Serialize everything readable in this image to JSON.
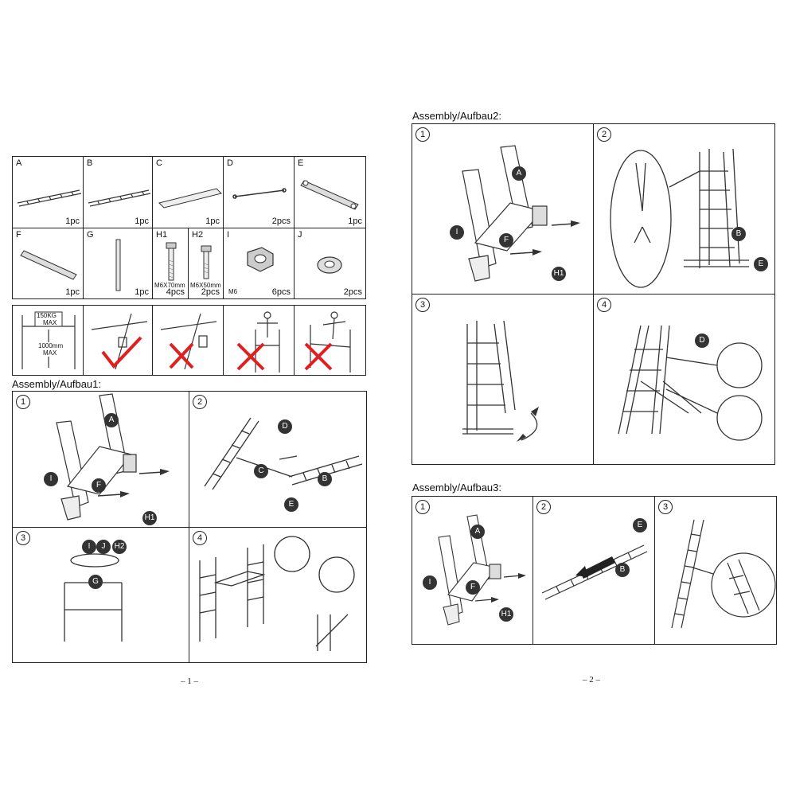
{
  "page1": {
    "parts": [
      {
        "letter": "A",
        "qty": "1pc"
      },
      {
        "letter": "B",
        "qty": "1pc"
      },
      {
        "letter": "C",
        "qty": "1pc"
      },
      {
        "letter": "D",
        "qty": "2pcs"
      },
      {
        "letter": "E",
        "qty": "1pc"
      },
      {
        "letter": "F",
        "qty": "1pc"
      },
      {
        "letter": "G",
        "qty": "1pc"
      },
      {
        "letter": "H1",
        "size": "M6X70mm",
        "qty": "4pcs"
      },
      {
        "letter": "H2",
        "size": "M6X50mm",
        "qty": "2pcs"
      },
      {
        "letter": "I",
        "size": "M6",
        "qty": "6pcs"
      },
      {
        "letter": "J",
        "qty": "2pcs"
      }
    ],
    "warnings": {
      "load": "150KG",
      "load_max": "MAX",
      "height": "1000mm",
      "height_max": "MAX"
    },
    "assembly1": {
      "title": "Assembly/Aufbau1:",
      "steps": [
        "1",
        "2",
        "3",
        "4"
      ],
      "step1_labels": [
        "A",
        "I",
        "F",
        "H1"
      ],
      "step2_labels": [
        "D",
        "C",
        "B",
        "E"
      ],
      "step3_labels": [
        "I",
        "J",
        "H2",
        "G"
      ]
    },
    "page_number": "– 1 –"
  },
  "page2": {
    "assembly2": {
      "title": "Assembly/Aufbau2:",
      "steps": [
        "1",
        "2",
        "3",
        "4"
      ],
      "step1_labels": [
        "A",
        "I",
        "F",
        "H1"
      ],
      "step2_labels": [
        "B",
        "E"
      ],
      "step4_labels": [
        "D"
      ]
    },
    "assembly3": {
      "title": "Assembly/Aufbau3:",
      "steps": [
        "1",
        "2",
        "3"
      ],
      "step1_labels": [
        "A",
        "I",
        "F",
        "H1"
      ],
      "step2_labels": [
        "E",
        "B"
      ]
    },
    "page_number": "– 2 –"
  }
}
